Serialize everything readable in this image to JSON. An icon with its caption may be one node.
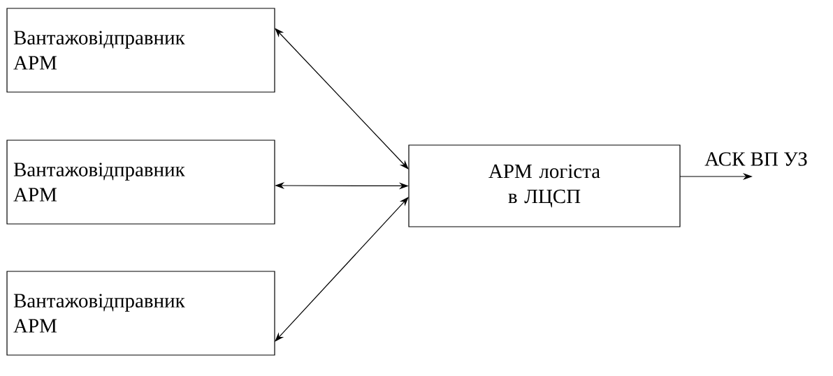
{
  "diagram": {
    "nodes": [
      {
        "text": [
          "Вантажовідправник АРМ"
        ]
      },
      {
        "text": [
          "Вантажовідправник АРМ"
        ]
      },
      {
        "text": [
          "Вантажовідправник АРМ"
        ]
      },
      {
        "text": [
          "АРМ логіста в ЛЦСП"
        ]
      }
    ],
    "edges": [
      {
        "from": 0,
        "to": 3,
        "arrow": "both"
      },
      {
        "from": 1,
        "to": 3,
        "arrow": "both"
      },
      {
        "from": 2,
        "to": 3,
        "arrow": "both"
      },
      {
        "from": 3,
        "to": null,
        "arrow": "to",
        "label": "АСК ВП УЗ"
      }
    ]
  }
}
